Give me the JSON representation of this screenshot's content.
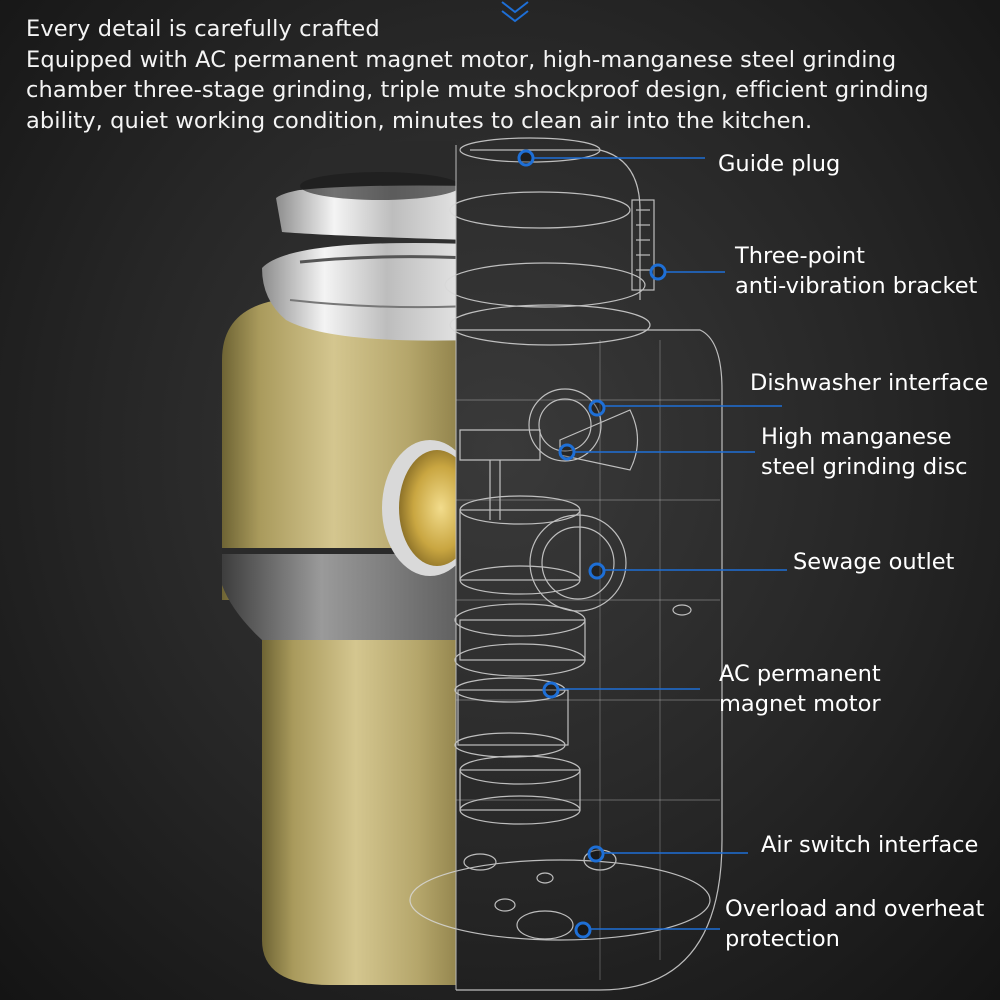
{
  "intro": {
    "heading": "Every detail is carefully crafted",
    "lines": [
      "Equipped with AC permanent magnet motor, high-manganese steel grinding",
      "chamber three-stage grinding, triple mute shockproof design, efficient grinding",
      "ability, quiet working condition, minutes to clean air into the kitchen."
    ]
  },
  "callouts": [
    {
      "lines": [
        "Guide plug"
      ]
    },
    {
      "lines": [
        "Three-point",
        "anti-vibration bracket"
      ]
    },
    {
      "lines": [
        "Dishwasher interface"
      ]
    },
    {
      "lines": [
        "High manganese",
        "steel grinding disc"
      ]
    },
    {
      "lines": [
        "Sewage outlet"
      ]
    },
    {
      "lines": [
        "AC permanent",
        "magnet motor"
      ]
    },
    {
      "lines": [
        "Air switch interface"
      ]
    },
    {
      "lines": [
        "Overload and overheat",
        "protection"
      ]
    }
  ],
  "colors": {
    "accent": "#1e6fd6",
    "gold": "#bfae72",
    "text": "#ffffff"
  },
  "icons": {
    "top": "chevron-down-icon",
    "marker": "callout-dot-icon"
  }
}
